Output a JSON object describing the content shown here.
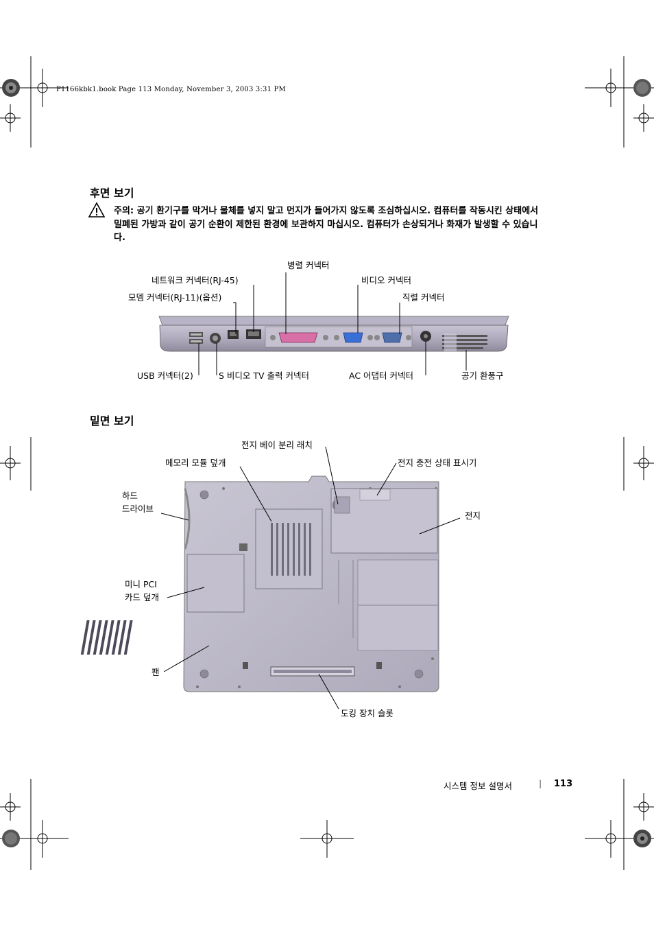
{
  "header": {
    "book_line": "P1166kbk1.book  Page 113  Monday, November 3, 2003  3:31 PM"
  },
  "rear": {
    "title": "후면 보기",
    "caution": "주의: 공기 환기구를 막거나 물체를 넣지 말고 먼지가 들어가지 않도록 조심하십시오. 컴퓨터를 작동시킨 상태에서 밀폐된 가방과 같이 공기 순환이 제한된 환경에 보관하지 마십시오. 컴퓨터가 손상되거나 화재가 발생할 수 있습니다.",
    "labels": {
      "parallel": "병렬 커넥터",
      "network": "네트워크 커넥터(RJ-45)",
      "video": "비디오 커넥터",
      "modem": "모뎀 커넥터(RJ-11)(옵션)",
      "serial": "직렬 커넥터",
      "usb": "USB 커넥터(2)",
      "svideo": "S 비디오 TV 출력 커넥터",
      "ac": "AC 어댑터 커넥터",
      "vent": "공기 환풍구"
    }
  },
  "bottom": {
    "title": "밑면 보기",
    "labels": {
      "latch": "전지 베이 분리 래치",
      "memory": "메모리 모듈 덮개",
      "gauge": "전지 충전 상태 표시기",
      "hdd_1": "하드",
      "hdd_2": "드라이브",
      "battery": "전지",
      "minipci_1": "미니 PCI",
      "minipci_2": "카드 덮개",
      "fan": "팬",
      "dock": "도킹 장치 슬롯"
    }
  },
  "footer": {
    "title": "시스템 정보 설명서",
    "separator": "|",
    "page_number": "113"
  }
}
